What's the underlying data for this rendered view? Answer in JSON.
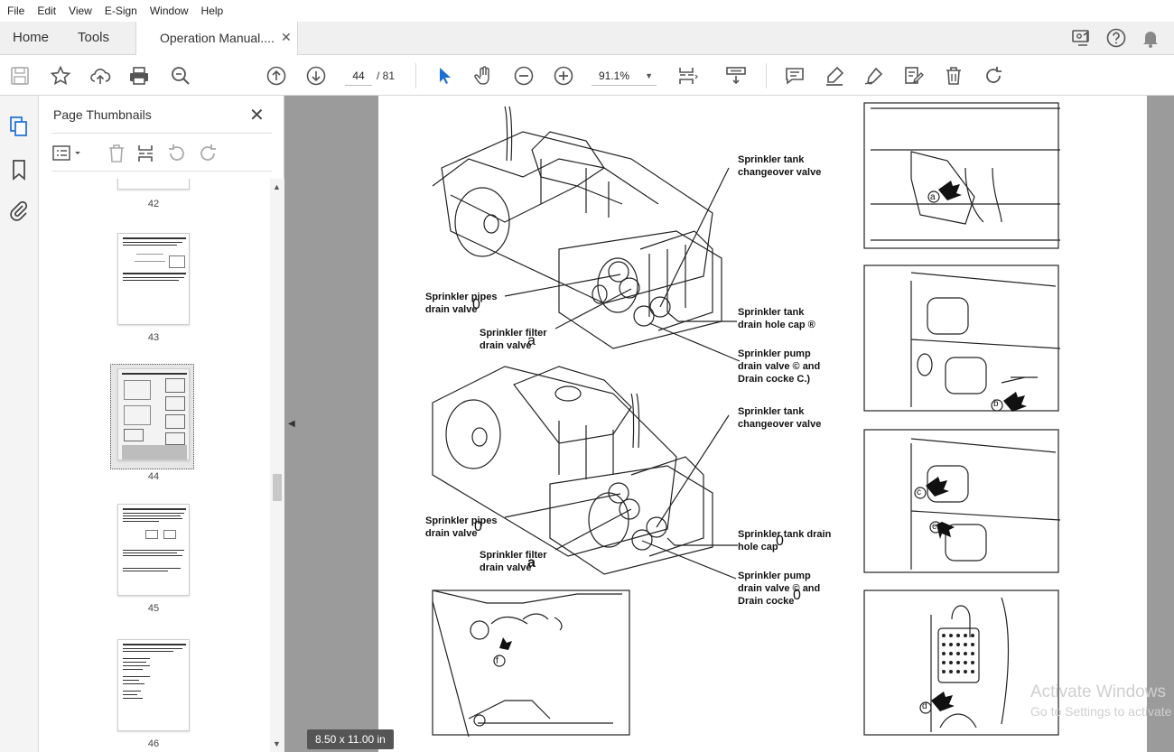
{
  "menu": [
    "File",
    "Edit",
    "View",
    "E-Sign",
    "Window",
    "Help"
  ],
  "tabs": {
    "home": "Home",
    "tools": "Tools",
    "document": "Operation Manual....",
    "close_glyph": "✕"
  },
  "toolbar": {
    "current_page": "44",
    "page_sep_total": "/ 81",
    "zoom": "91.1%"
  },
  "thumbnails": {
    "title": "Page Thumbnails",
    "close_glyph": "✕",
    "pages": [
      {
        "number": "42"
      },
      {
        "number": "43"
      },
      {
        "number": "44",
        "selected": true
      },
      {
        "number": "45"
      },
      {
        "number": "46"
      }
    ]
  },
  "document": {
    "page_size": "8.50 x 11.00 in",
    "labels": {
      "top_changeover": "Sprinkler tank\nchangeover valve",
      "top_pipes": "Sprinkler pipes\ndrain valve",
      "top_pipes_mark": "0",
      "top_filter": "Sprinkler filter\ndrain valve",
      "top_filter_mark": "a",
      "top_drainhole": "Sprinkler tank\ndrain hole cap ®",
      "top_pump": "Sprinkler pump\ndrain valve © and\nDrain cocke C.)",
      "bot_changeover": "Sprinkler tank\nchangeover valve",
      "bot_pipes": "Sprinkler pipes\ndrain valve",
      "bot_pipes_mark": "0",
      "bot_filter": "Sprinkler filter\ndrain valve",
      "bot_filter_mark": "a",
      "bot_drainhole": "Sprinkler tank drain\nhole cap",
      "bot_drainhole_mark": "0",
      "bot_pump": "Sprinkler pump\ndrain valve © and\nDrain cocke",
      "bot_pump_mark": "0",
      "callout_a": "a",
      "callout_b": "b",
      "callout_c": "c",
      "callout_d": "d",
      "callout_e": "e",
      "callout_f": "f"
    }
  },
  "watermark": {
    "line1": "Activate Windows",
    "line2": "Go to Settings to activate"
  }
}
